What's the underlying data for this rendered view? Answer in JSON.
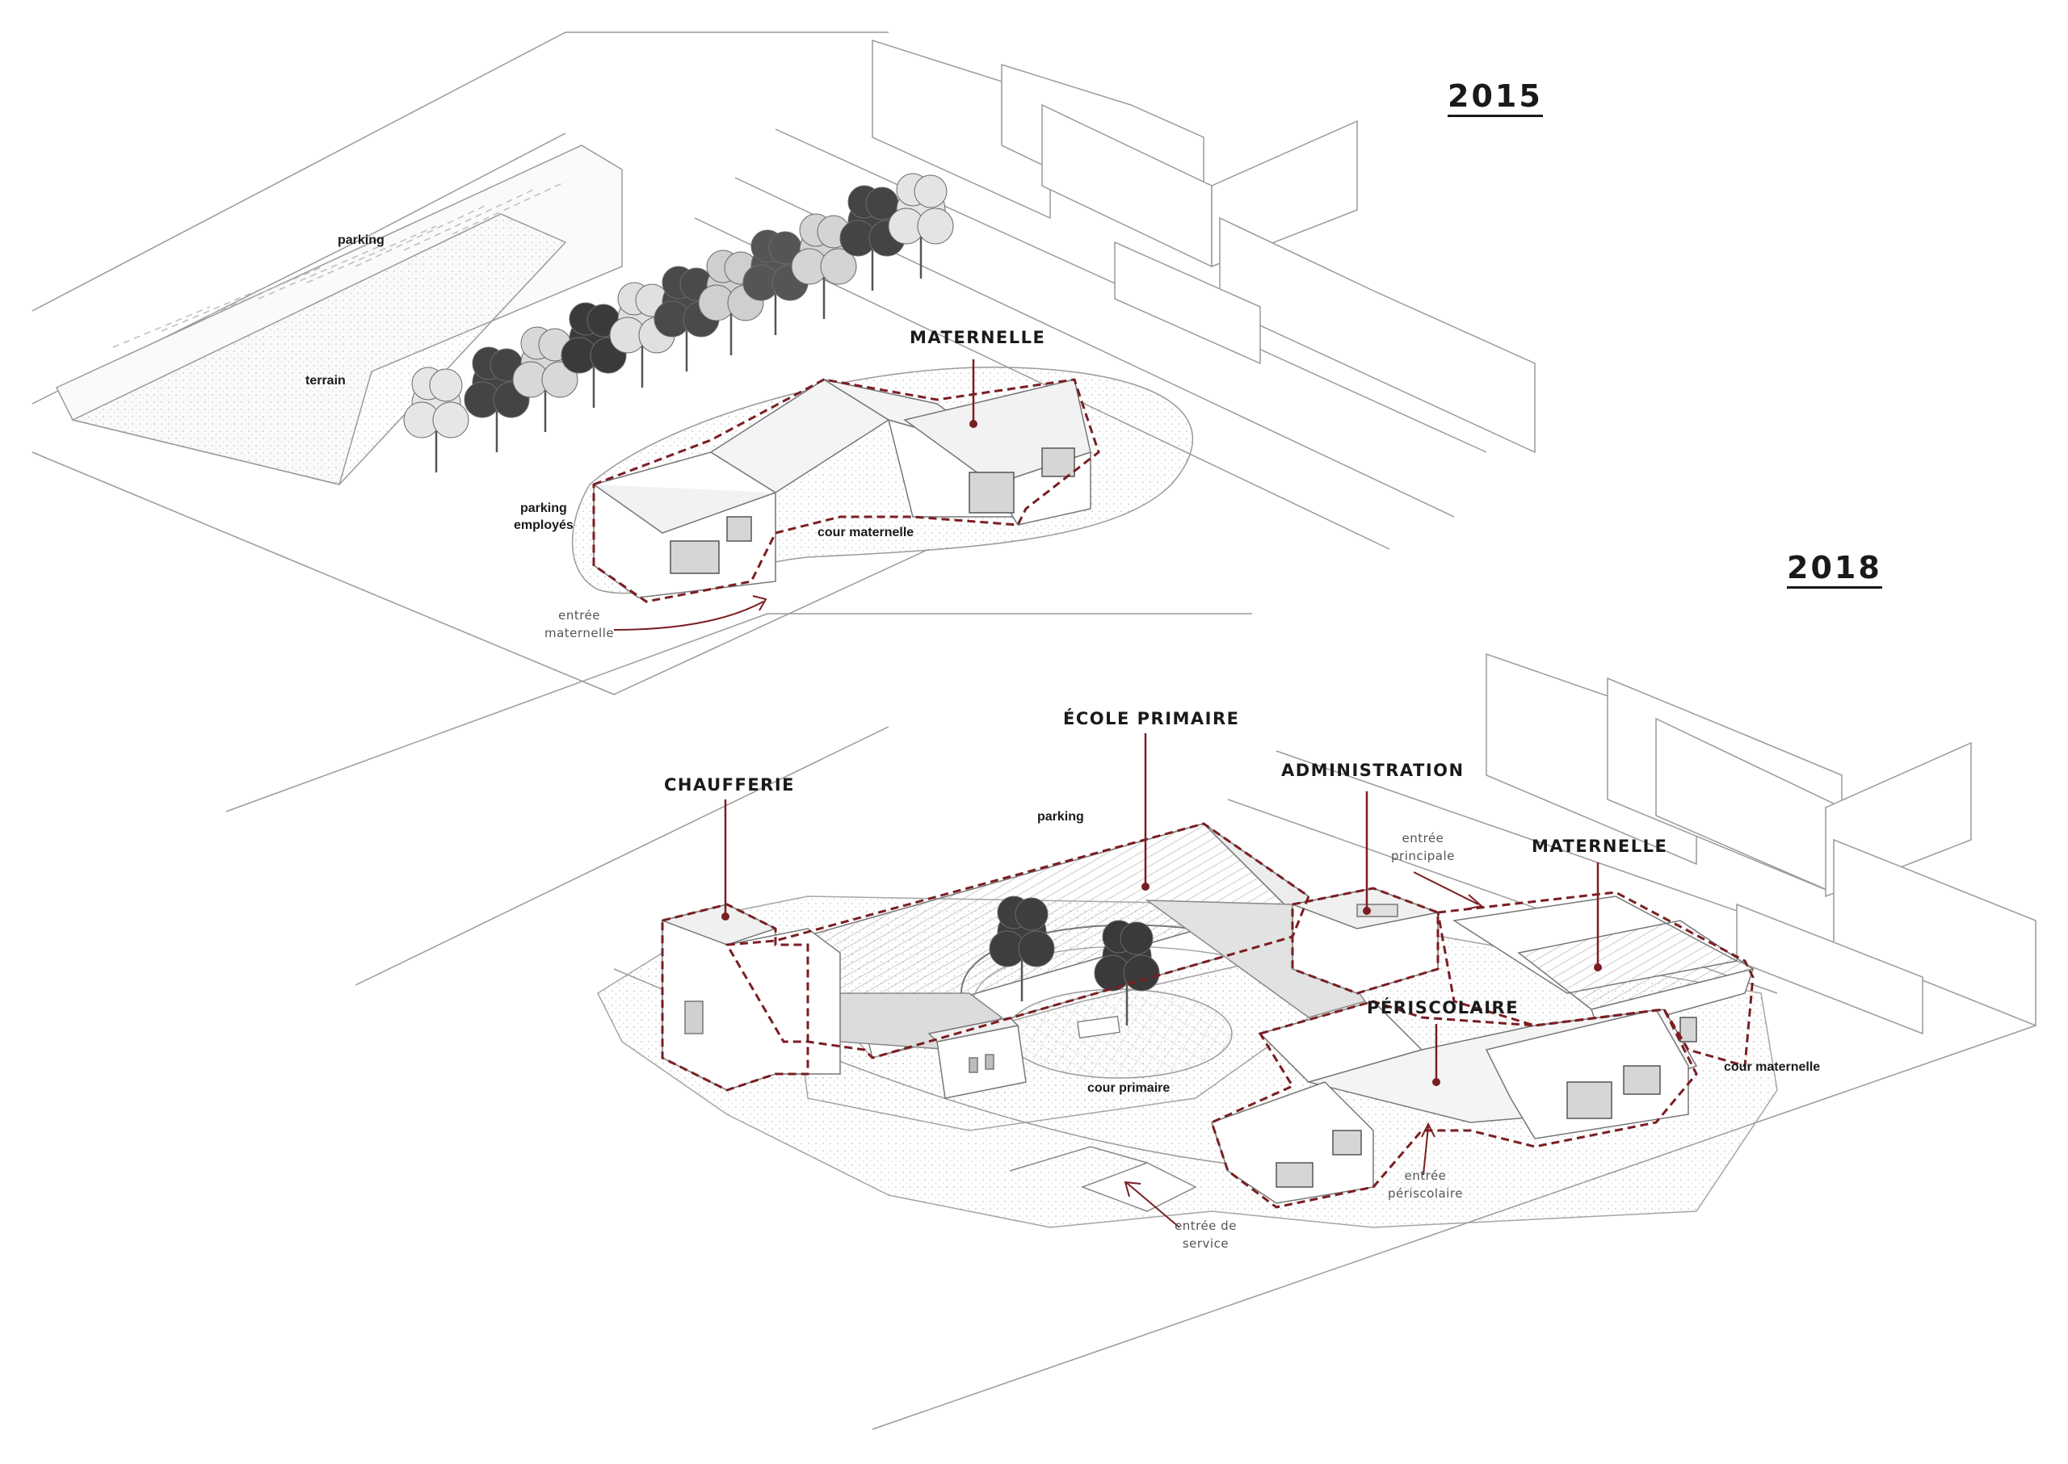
{
  "years": {
    "before": "2015",
    "after": "2018"
  },
  "labels_2015": {
    "maternelle": "MATERNELLE",
    "parking": "parking",
    "terrain": "terrain",
    "parking_employes_line1": "parking",
    "parking_employes_line2": "employés",
    "cour_maternelle": "cour maternelle",
    "entree_maternelle_line1": "entrée",
    "entree_maternelle_line2": "maternelle"
  },
  "labels_2018": {
    "ecole_primaire": "ÉCOLE PRIMAIRE",
    "chaufferie": "CHAUFFERIE",
    "administration": "ADMINISTRATION",
    "maternelle": "MATERNELLE",
    "periscolaire": "PÉRISCOLAIRE",
    "parking": "parking",
    "entree_principale_line1": "entrée",
    "entree_principale_line2": "principale",
    "cour_maternelle": "cour maternelle",
    "cour_primaire": "cour primaire",
    "entree_periscolaire_line1": "entrée",
    "entree_periscolaire_line2": "périscolaire",
    "entree_service_line1": "entrée de",
    "entree_service_line2": "service"
  },
  "colors": {
    "accent": "#7a1e22",
    "line": "#9a9a9a",
    "ink": "#1a1a1a",
    "fill": "#e6e6e6"
  }
}
